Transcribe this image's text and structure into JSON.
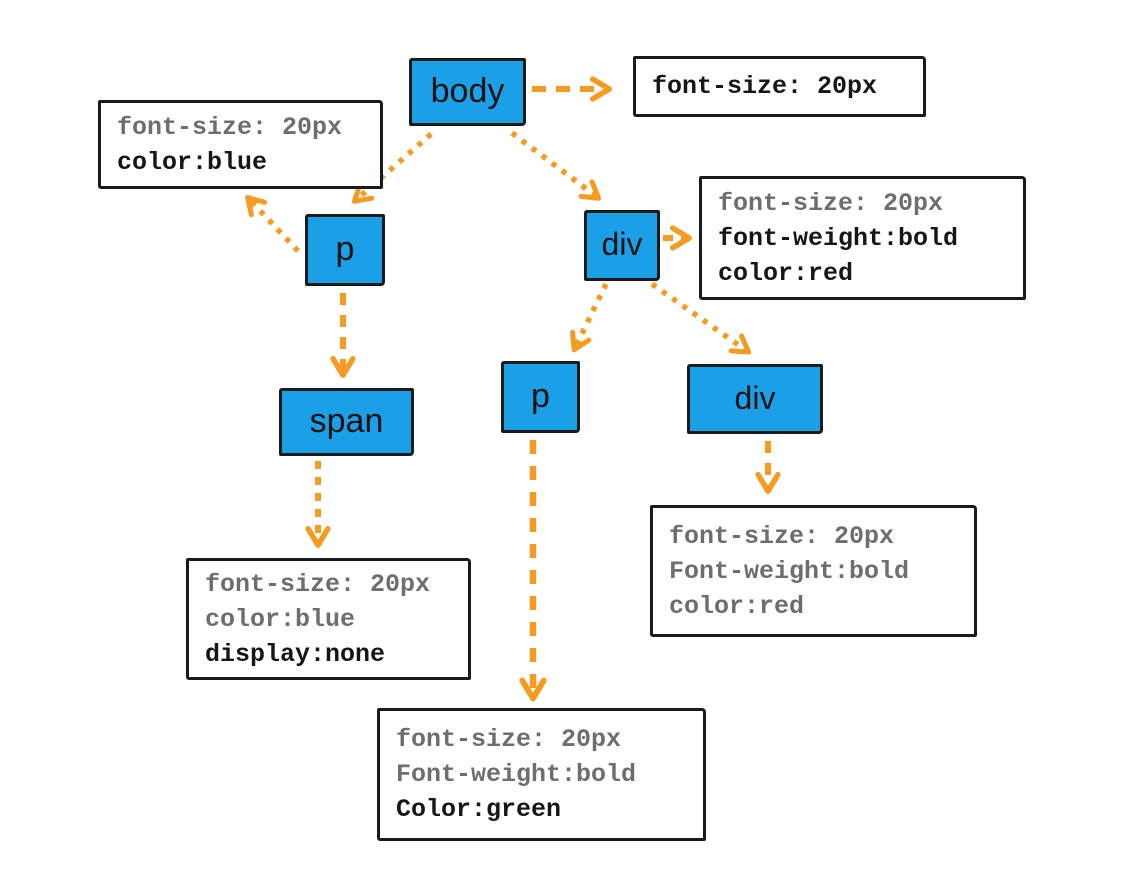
{
  "diagram": {
    "description": "DOM tree with CSS rules showing inheritance",
    "colors": {
      "node_fill": "#1BA0E7",
      "border": "#1A1A1A",
      "arrow": "#F59B22",
      "inherited_text": "#6E6E6E",
      "declared_text": "#161616",
      "background": "#FFFFFF"
    },
    "nodes": {
      "body": {
        "label": "body"
      },
      "p1": {
        "label": "p"
      },
      "div1": {
        "label": "div"
      },
      "span1": {
        "label": "span"
      },
      "p2": {
        "label": "p"
      },
      "div2": {
        "label": "div"
      }
    },
    "rules": {
      "body": {
        "lines": [
          {
            "text": "font-size: 20px",
            "style": "declared"
          }
        ]
      },
      "p1": {
        "lines": [
          {
            "text": "font-size: 20px",
            "style": "inherited"
          },
          {
            "text": "color:blue",
            "style": "declared"
          }
        ]
      },
      "div1": {
        "lines": [
          {
            "text": "font-size: 20px",
            "style": "inherited"
          },
          {
            "text": "font-weight:bold",
            "style": "declared"
          },
          {
            "text": "color:red",
            "style": "declared"
          }
        ]
      },
      "span1": {
        "lines": [
          {
            "text": "font-size: 20px",
            "style": "inherited"
          },
          {
            "text": "color:blue",
            "style": "inherited"
          },
          {
            "text": "display:none",
            "style": "declared"
          }
        ]
      },
      "div2": {
        "lines": [
          {
            "text": "font-size: 20px",
            "style": "inherited"
          },
          {
            "text": "Font-weight:bold",
            "style": "inherited"
          },
          {
            "text": "color:red",
            "style": "inherited"
          }
        ]
      },
      "p2": {
        "lines": [
          {
            "text": "font-size: 20px",
            "style": "inherited"
          },
          {
            "text": "Font-weight:bold",
            "style": "inherited"
          },
          {
            "text": "Color:green",
            "style": "declared"
          }
        ]
      }
    },
    "edges": [
      {
        "from": "body",
        "to": "rules-body"
      },
      {
        "from": "body",
        "to": "p1"
      },
      {
        "from": "body",
        "to": "div1"
      },
      {
        "from": "p1",
        "to": "rules-p1"
      },
      {
        "from": "p1",
        "to": "span1"
      },
      {
        "from": "div1",
        "to": "rules-div1"
      },
      {
        "from": "div1",
        "to": "p2"
      },
      {
        "from": "div1",
        "to": "div2"
      },
      {
        "from": "span1",
        "to": "rules-span1"
      },
      {
        "from": "p2",
        "to": "rules-p2"
      },
      {
        "from": "div2",
        "to": "rules-div2"
      }
    ]
  }
}
